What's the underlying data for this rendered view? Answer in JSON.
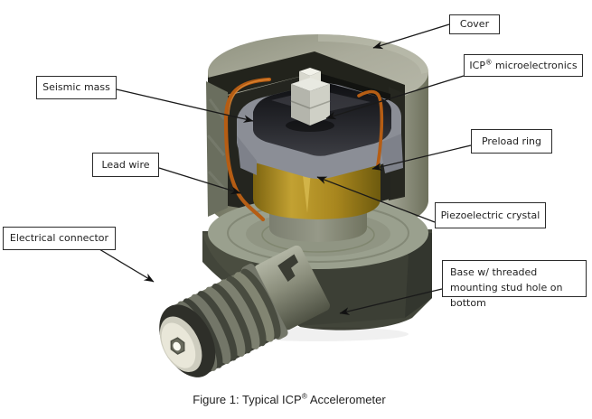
{
  "figure": {
    "caption": {
      "prefix": "Figure 1: Typical ICP",
      "registered_mark": "®",
      "suffix": " Accelerometer"
    },
    "labels": {
      "cover": "Cover",
      "icp_microelectronics": {
        "prefix": "ICP",
        "registered_mark": "®",
        "suffix": " microelectronics"
      },
      "seismic_mass": "Seismic mass",
      "preload_ring": "Preload ring",
      "lead_wire": "Lead wire",
      "piezoelectric_crystal": "Piezoelectric crystal",
      "electrical_connector": "Electrical connector",
      "base": "Base w/ threaded mounting stud hole on bottom"
    },
    "colors": {
      "cover_top": "#a4a595",
      "cover_side": "#8d907e",
      "cut_face": "#6a6e5e",
      "cavity": "#24251f",
      "wall_band": "#22231c",
      "crystal_gold": "#a8861e",
      "ceramic_white": "#f3f1e8",
      "copper_wire": "#b55d14",
      "base_front": "#3c3f35",
      "platform": "#9aa08e",
      "preload_grey": "#8b8e96",
      "seismic_mass_dark": "#1e1f23",
      "microelectronics_silver": "#cfd0c6",
      "leader_line": "#1a1a1a"
    }
  }
}
